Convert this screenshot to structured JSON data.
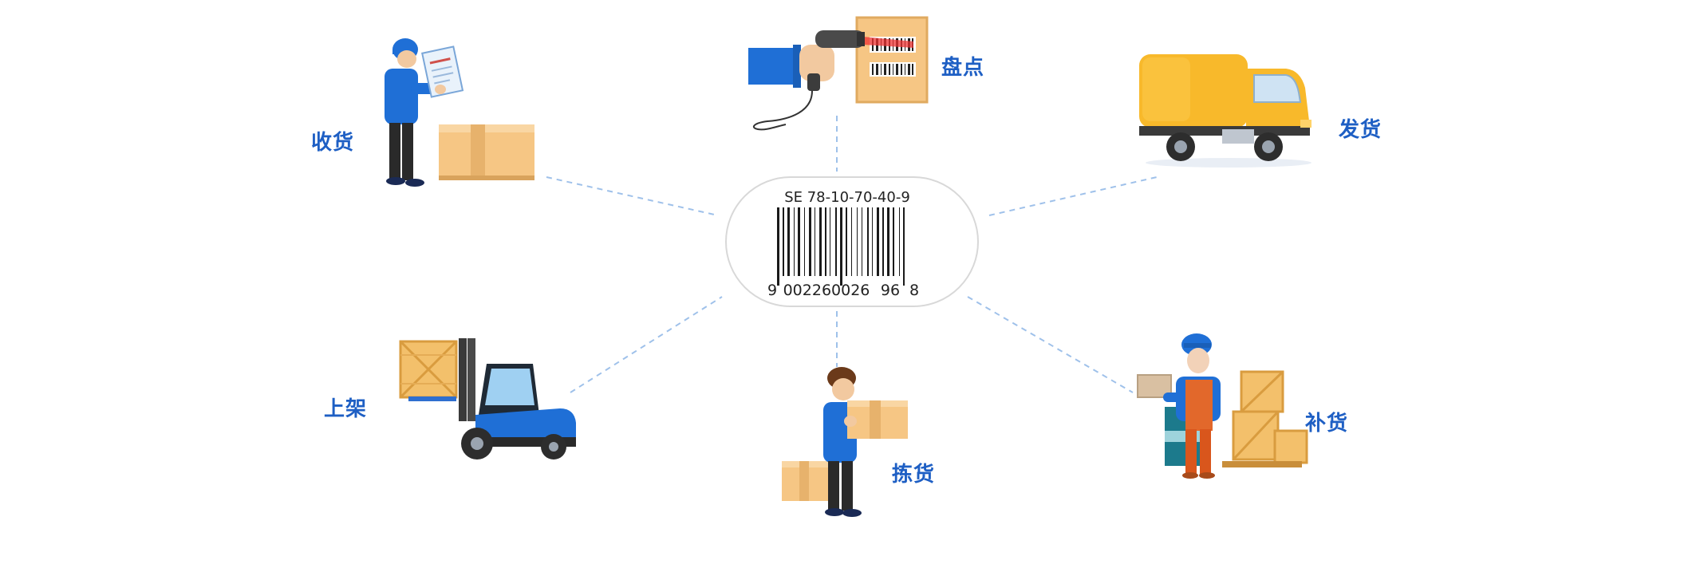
{
  "labels": {
    "receiving": "收货",
    "stocktake": "盘点",
    "shipping": "发货",
    "shelving": "上架",
    "picking": "拣货",
    "replenishment": "补货"
  },
  "barcode": {
    "header": "SE  78-10-70-40-9",
    "digits_first": "9",
    "digits_middle": "002260026",
    "digits_second": "96",
    "digits_last": "8"
  },
  "colors": {
    "label": "#1e5fc4",
    "connector": "#9fc1ea",
    "worker_blue": "#1f6fd6",
    "box": "#f6c684",
    "truck": "#f8b92b"
  },
  "icons": {
    "receiving": "worker-with-clipboard-and-box-icon",
    "stocktake": "barcode-scanner-icon",
    "shipping": "delivery-truck-icon",
    "shelving": "forklift-icon",
    "picking": "worker-carrying-box-icon",
    "replenishment": "worker-with-stacked-crates-icon"
  }
}
